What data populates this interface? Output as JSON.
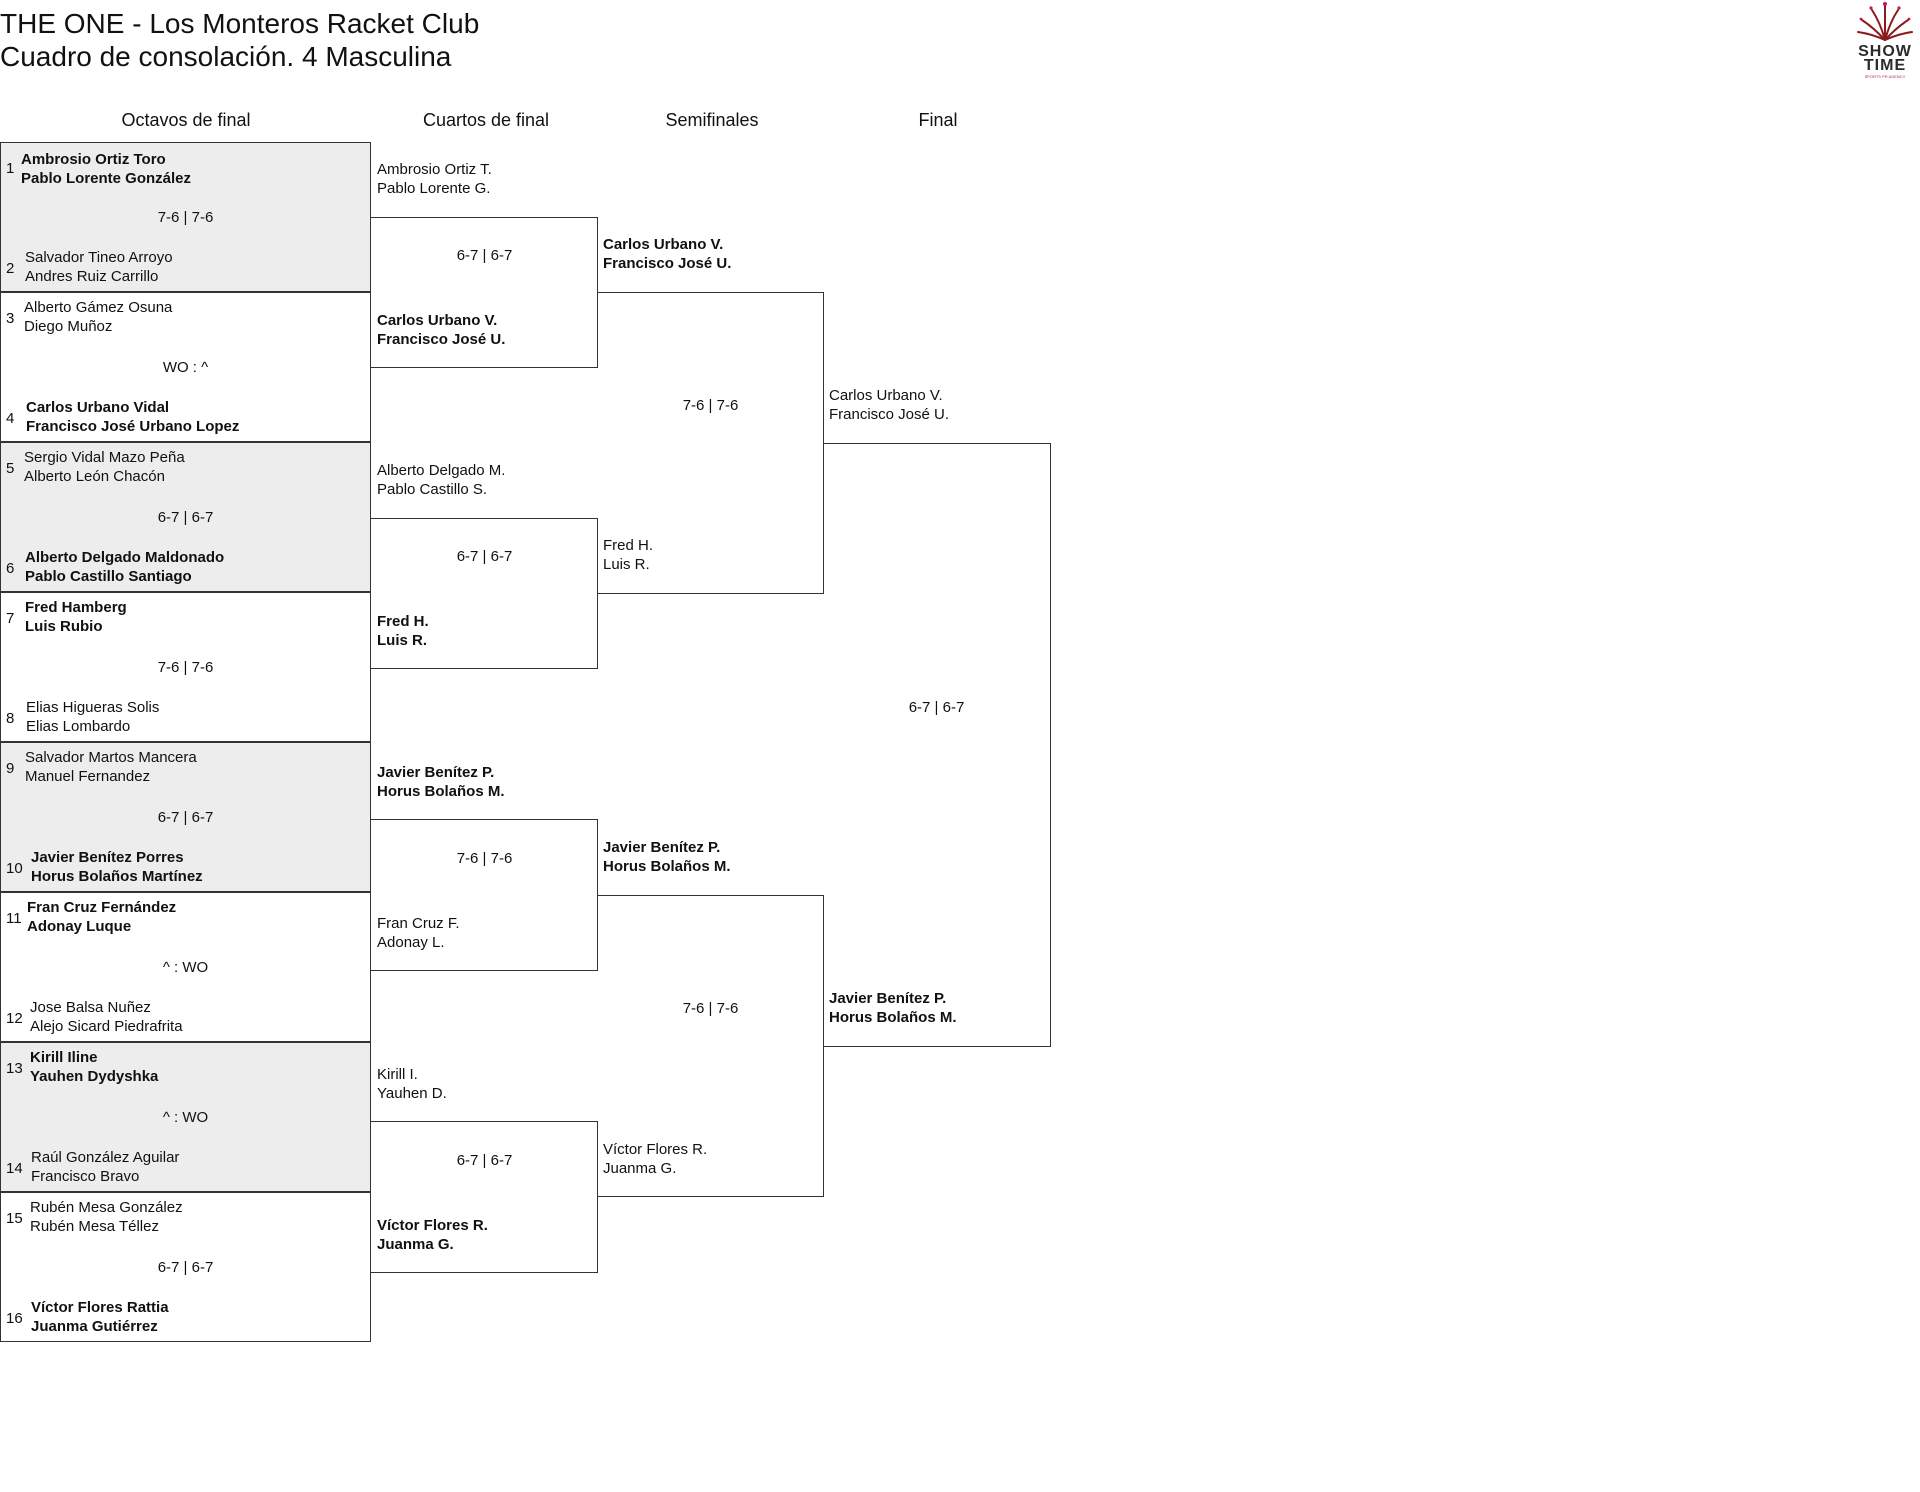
{
  "header": {
    "title": "THE ONE - Los Monteros Racket Club",
    "subtitle": "Cuadro de consolación. 4 Masculina",
    "logo_line1": "SHOW",
    "logo_line2": "TIME",
    "logo_tagline": "SPORTS PR AGENCY"
  },
  "rounds": [
    "Octavos de final",
    "Cuartos de final",
    "Semifinales",
    "Final"
  ],
  "octavos": [
    {
      "score": "7-6 | 7-6",
      "top": {
        "seed": "1",
        "p1": "Ambrosio Ortiz Toro",
        "p2": "Pablo Lorente González",
        "winner": true
      },
      "bottom": {
        "seed": "2",
        "p1": "Salvador Tineo Arroyo",
        "p2": "Andres Ruiz Carrillo",
        "winner": false
      }
    },
    {
      "score": "WO : ^",
      "top": {
        "seed": "3",
        "p1": "Alberto Gámez Osuna",
        "p2": "Diego Muñoz",
        "winner": false
      },
      "bottom": {
        "seed": "4",
        "p1": "Carlos Urbano Vidal",
        "p2": "Francisco José Urbano Lopez",
        "winner": true
      }
    },
    {
      "score": "6-7 | 6-7",
      "top": {
        "seed": "5",
        "p1": "Sergio Vidal Mazo Peña",
        "p2": "Alberto León Chacón",
        "winner": false
      },
      "bottom": {
        "seed": "6",
        "p1": "Alberto Delgado Maldonado",
        "p2": "Pablo Castillo Santiago",
        "winner": true
      }
    },
    {
      "score": "7-6 | 7-6",
      "top": {
        "seed": "7",
        "p1": "Fred Hamberg",
        "p2": "Luis Rubio",
        "winner": true
      },
      "bottom": {
        "seed": "8",
        "p1": "Elias Higueras Solis",
        "p2": "Elias Lombardo",
        "winner": false
      }
    },
    {
      "score": "6-7 | 6-7",
      "top": {
        "seed": "9",
        "p1": "Salvador Martos Mancera",
        "p2": "Manuel Fernandez",
        "winner": false
      },
      "bottom": {
        "seed": "10",
        "p1": "Javier Benítez Porres",
        "p2": "Horus Bolaños Martínez",
        "winner": true
      }
    },
    {
      "score": "^ : WO",
      "top": {
        "seed": "11",
        "p1": "Fran Cruz Fernández",
        "p2": "Adonay Luque",
        "winner": true
      },
      "bottom": {
        "seed": "12",
        "p1": "Jose Balsa Nuñez",
        "p2": "Alejo Sicard Piedrafrita",
        "winner": false
      }
    },
    {
      "score": "^ : WO",
      "top": {
        "seed": "13",
        "p1": "Kirill Iline",
        "p2": "Yauhen Dydyshka",
        "winner": true
      },
      "bottom": {
        "seed": "14",
        "p1": "Raúl González Aguilar",
        "p2": "Francisco Bravo",
        "winner": false
      }
    },
    {
      "score": "6-7 | 6-7",
      "top": {
        "seed": "15",
        "p1": "Rubén Mesa González",
        "p2": "Rubén Mesa Téllez",
        "winner": false
      },
      "bottom": {
        "seed": "16",
        "p1": "Víctor Flores Rattia",
        "p2": "Juanma Gutiérrez",
        "winner": true
      }
    }
  ],
  "cuartos": [
    {
      "score": "6-7 | 6-7",
      "top": {
        "p1": "Ambrosio Ortiz T.",
        "p2": "Pablo Lorente G.",
        "winner": false
      },
      "bottom": {
        "p1": "Carlos Urbano V.",
        "p2": "Francisco José U.",
        "winner": true
      }
    },
    {
      "score": "6-7 | 6-7",
      "top": {
        "p1": "Alberto Delgado M.",
        "p2": "Pablo Castillo S.",
        "winner": false
      },
      "bottom": {
        "p1": "Fred H.",
        "p2": "Luis R.",
        "winner": true
      }
    },
    {
      "score": "7-6 | 7-6",
      "top": {
        "p1": "Javier Benítez P.",
        "p2": "Horus Bolaños M.",
        "winner": true
      },
      "bottom": {
        "p1": "Fran Cruz F.",
        "p2": "Adonay L.",
        "winner": false
      }
    },
    {
      "score": "6-7 | 6-7",
      "top": {
        "p1": "Kirill I.",
        "p2": "Yauhen D.",
        "winner": false
      },
      "bottom": {
        "p1": "Víctor Flores R.",
        "p2": "Juanma G.",
        "winner": true
      }
    }
  ],
  "semis": [
    {
      "score": "7-6 | 7-6",
      "top": {
        "p1": "Carlos Urbano V.",
        "p2": "Francisco José U.",
        "winner": true
      },
      "bottom": {
        "p1": "Fred H.",
        "p2": "Luis R.",
        "winner": false
      }
    },
    {
      "score": "7-6 | 7-6",
      "top": {
        "p1": "Javier Benítez P.",
        "p2": "Horus Bolaños M.",
        "winner": true
      },
      "bottom": {
        "p1": "Víctor Flores R.",
        "p2": "Juanma G.",
        "winner": false
      }
    }
  ],
  "final": {
    "score": "6-7 | 6-7",
    "top": {
      "p1": "Carlos Urbano V.",
      "p2": "Francisco José U.",
      "winner": false
    },
    "bottom": {
      "p1": "Javier Benítez P.",
      "p2": "Horus Bolaños M.",
      "winner": true
    }
  },
  "colors": {
    "shaded": "#ededed",
    "border": "#333333",
    "logo_red": "#8b1a1a"
  }
}
